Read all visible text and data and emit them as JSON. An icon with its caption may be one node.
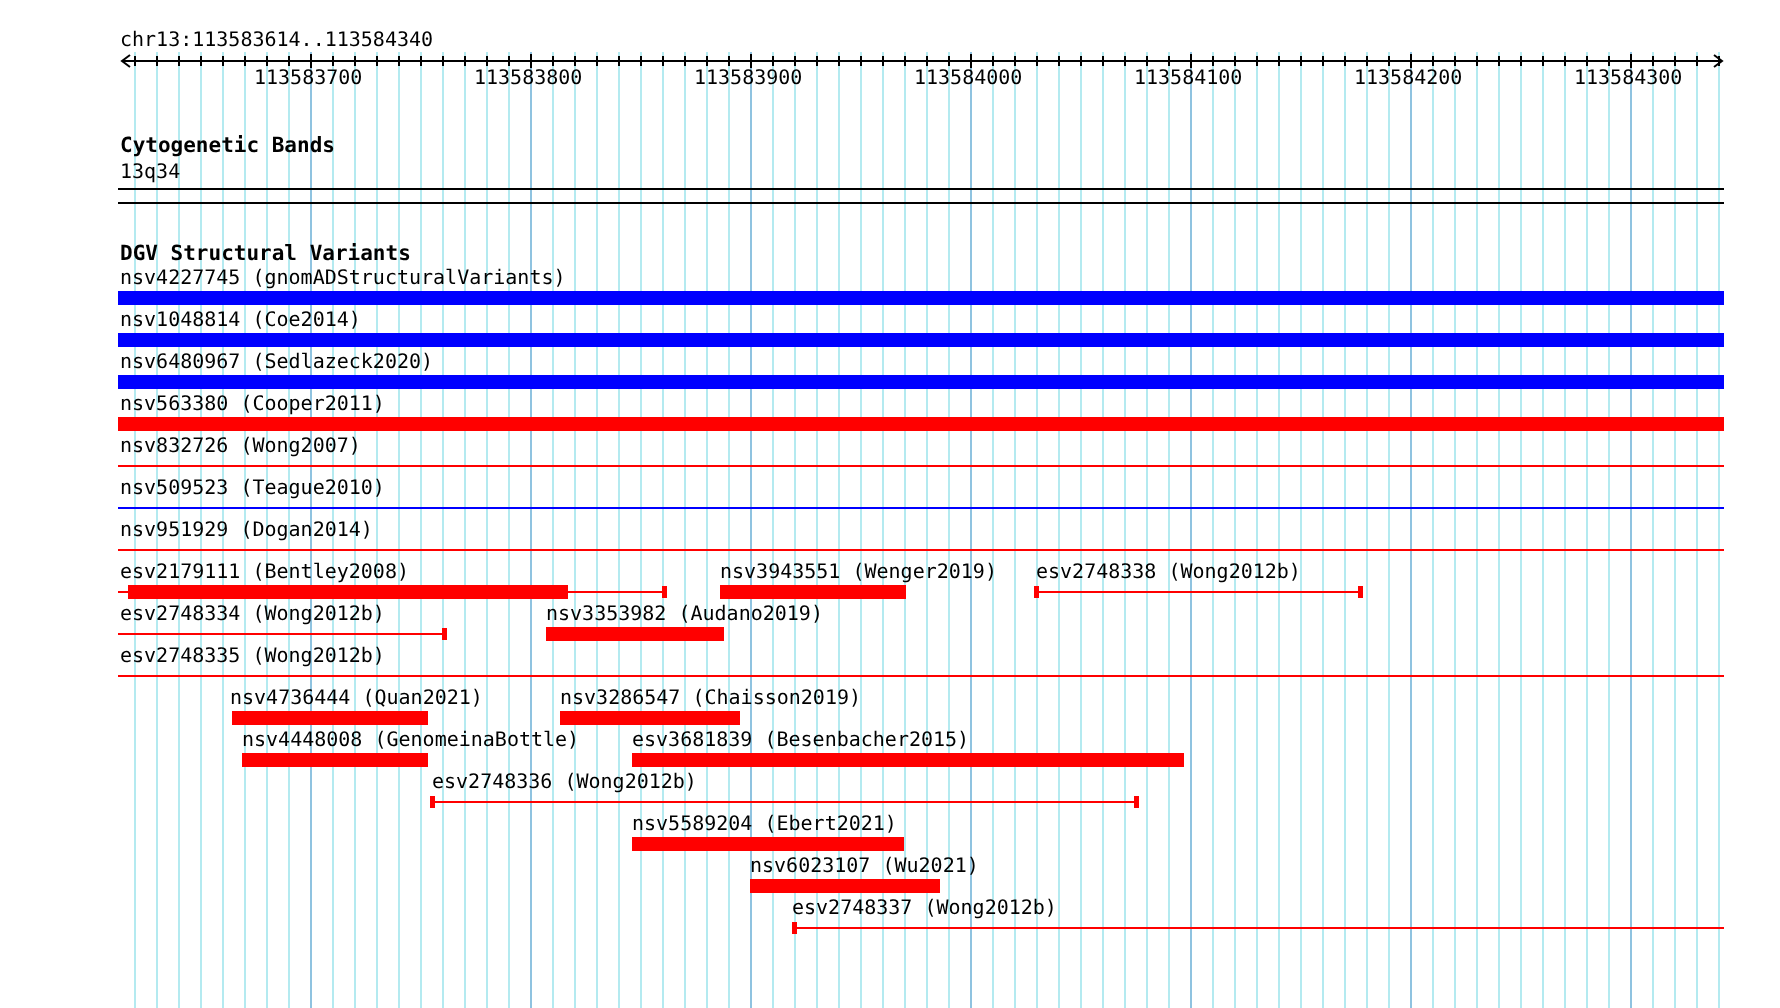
{
  "diagram": {
    "labels": [
      "chr13:113583614..113584340",
      "113583700",
      "113583800",
      "113583900",
      "113584000",
      "113584100",
      "113584200",
      "113584300",
      "Cytogenetic Bands",
      "13q34",
      "DGV Structural Variants",
      "nsv4227745 (gnomADStructuralVariants)",
      "nsv1048814 (Coe2014)",
      "nsv6480967 (Sedlazeck2020)",
      "nsv563380 (Cooper2011)",
      "nsv832726 (Wong2007)",
      "nsv509523 (Teague2010)",
      "nsv951929 (Dogan2014)",
      "esv2179111 (Bentley2008)",
      "nsv3943551 (Wenger2019)",
      "esv2748338 (Wong2012b)",
      "esv2748334 (Wong2012b)",
      "nsv3353982 (Audano2019)",
      "esv2748335 (Wong2012b)",
      "nsv4736444 (Quan2021)",
      "nsv3286547 (Chaisson2019)",
      "nsv4448008 (GenomeinaBottle)",
      "esv3681839 (Besenbacher2015)",
      "esv2748336 (Wong2012b)",
      "nsv5589204 (Ebert2021)",
      "nsv6023107 (Wu2021)",
      "esv2748337 (Wong2012b)"
    ]
  }
}
